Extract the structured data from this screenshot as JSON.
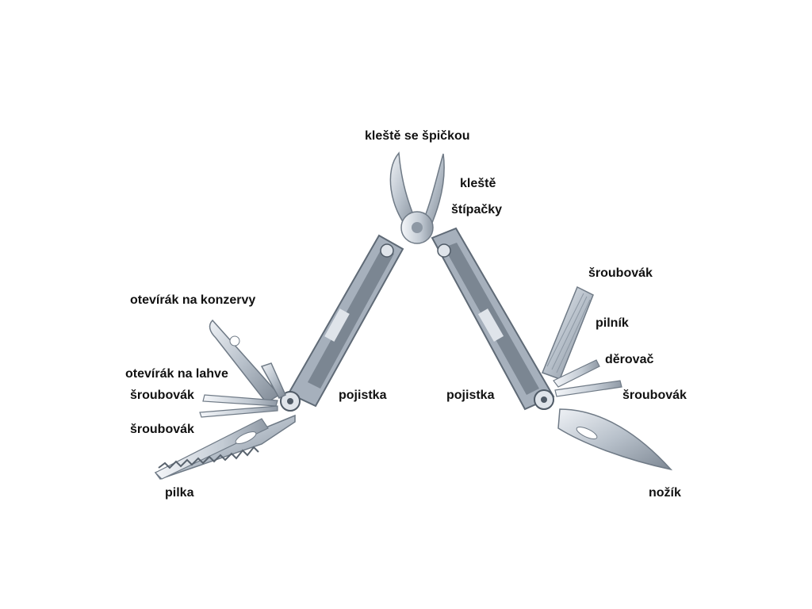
{
  "colors": {
    "background": "#ffffff",
    "label_text": "#111111",
    "steel_light": "#dfe4ea",
    "steel_mid": "#a9b3bf",
    "steel_dark": "#6f7a86",
    "handle": "#8d98a4"
  },
  "labels": {
    "needle_nose_pliers": "kleště se špičkou",
    "pliers": "kleště",
    "wire_cutters": "štípačky",
    "can_opener": "otevírák na konzervy",
    "bottle_opener": "otevírák na lahve",
    "screwdriver_left_1": "šroubovák",
    "screwdriver_left_2": "šroubovák",
    "saw": "pilka",
    "lock_left": "pojistka",
    "lock_right": "pojistka",
    "screwdriver_right_1": "šroubovák",
    "file": "pilník",
    "awl": "děrovač",
    "screwdriver_right_2": "šroubovák",
    "knife": "nožík"
  }
}
